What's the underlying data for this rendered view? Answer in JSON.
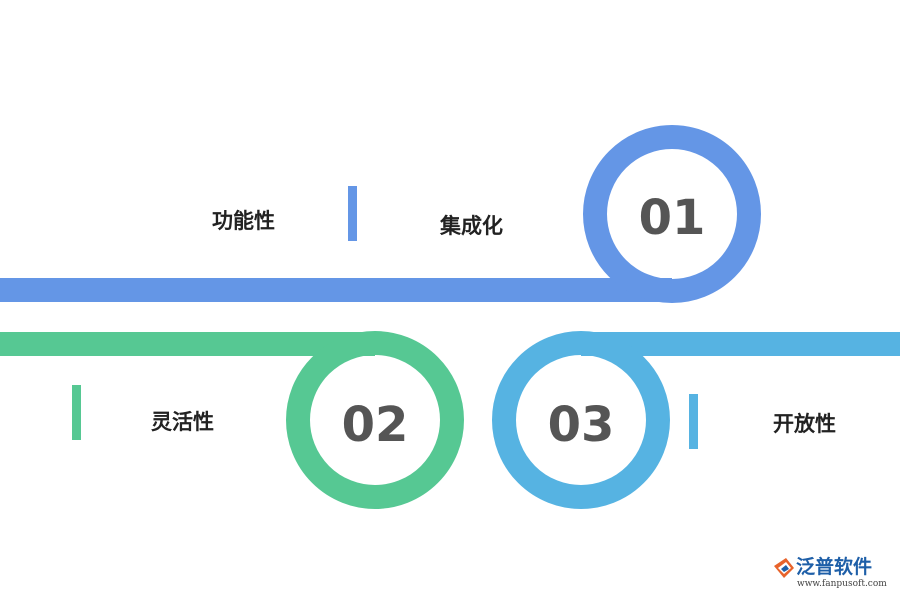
{
  "items": [
    {
      "number": "01",
      "label": "集成化",
      "color": "#6496e6"
    },
    {
      "number": "02",
      "label": "灵活性",
      "color": "#56c893"
    },
    {
      "number": "03",
      "label": "开放性",
      "color": "#56b3e2"
    }
  ],
  "extra_label": "功能性",
  "logo": {
    "name": "泛普软件",
    "url": "www.fanpusoft.com"
  }
}
